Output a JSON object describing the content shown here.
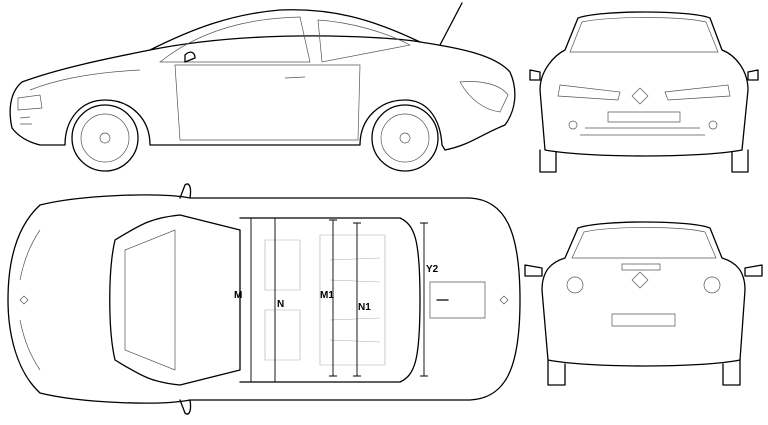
{
  "dimensions": {
    "M": "M",
    "N": "N",
    "M1": "M1",
    "N1": "N1",
    "Y2": "Y2"
  },
  "views": [
    "side",
    "front",
    "top",
    "rear"
  ],
  "colors": {
    "line": "#000000",
    "background": "#ffffff"
  }
}
